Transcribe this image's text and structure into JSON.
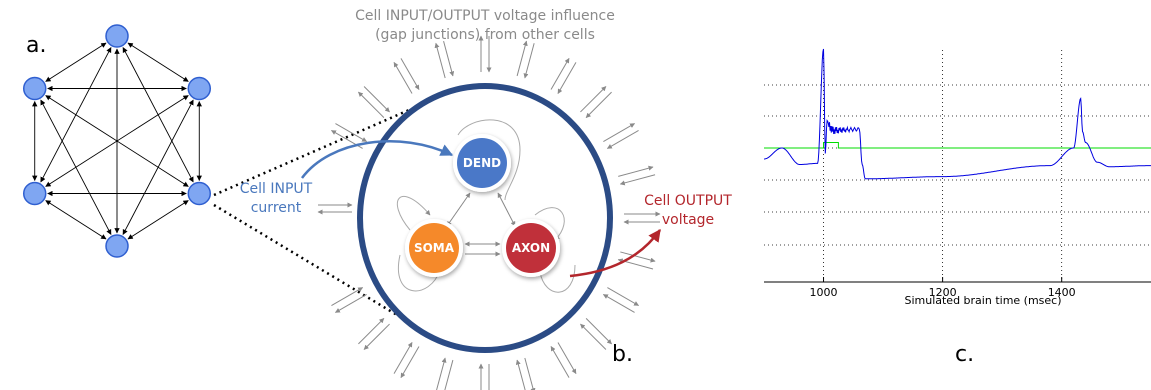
{
  "panel_a": {
    "label": "a.",
    "nodes": 6,
    "node_color": "#7fa6f2",
    "node_stroke": "#2f5fd0"
  },
  "panel_b": {
    "label": "b.",
    "title_line1": "Cell INPUT/OUTPUT voltage influence",
    "title_line2": "(gap junctions) from other cells",
    "input_line1": "Cell INPUT",
    "input_line2": "current",
    "output_line1": "Cell OUTPUT",
    "output_line2": "voltage",
    "compartments": {
      "dend": {
        "label": "DEND",
        "color": "#4a78c8"
      },
      "soma": {
        "label": "SOMA",
        "color": "#f5892a"
      },
      "axon": {
        "label": "AXON",
        "color": "#c0303a"
      }
    },
    "cell_border_color": "#2b4b85",
    "input_color": "#4a78bd",
    "output_color": "#b3262c"
  },
  "panel_c": {
    "label": "c.",
    "chart_data": {
      "type": "line",
      "title": "",
      "xlabel": "Simulated brain time (msec)",
      "ylabel": "",
      "xlim": [
        900,
        1550
      ],
      "xticks": [
        1000,
        1200,
        1400
      ],
      "grid": true,
      "series": [
        {
          "color": "#00dd00",
          "x": [
            900,
            1000,
            1000,
            1025,
            1025,
            1550
          ],
          "y": [
            0,
            0,
            0.5,
            0.5,
            0,
            0
          ]
        },
        {
          "color": "#0000e0",
          "x": [
            900,
            930,
            960,
            990,
            1000,
            1003,
            1006,
            1010,
            1015,
            1060,
            1065,
            1070,
            1200,
            1380,
            1420,
            1432,
            1435,
            1440,
            1460,
            1480,
            1550
          ],
          "y": [
            -1,
            0,
            -1.5,
            -1.4,
            9,
            -0.5,
            2.5,
            2,
            1.6,
            1.7,
            -1.5,
            -2.8,
            -2.6,
            -1.6,
            0,
            4.5,
            1.5,
            0.5,
            -1.3,
            -1.7,
            -1.6
          ]
        }
      ]
    }
  }
}
